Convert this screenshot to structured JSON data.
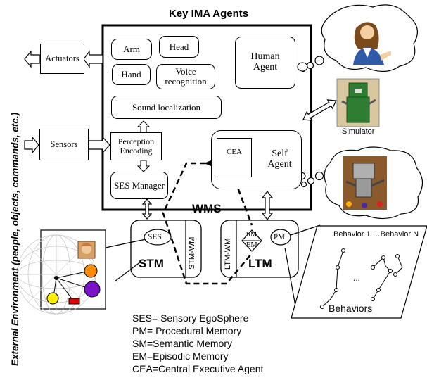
{
  "title": "Key IMA Agents",
  "side_label": "External Environment (people, objects, commands, etc.)",
  "agents": {
    "arm": "Arm",
    "head": "Head",
    "hand": "Hand",
    "voice": "Voice recognition",
    "sound": "Sound localization",
    "human": "Human Agent",
    "perception": "Perception Encoding",
    "ses_manager": "SES Manager",
    "cea": "CEA",
    "self": "Self Agent"
  },
  "io": {
    "actuators": "Actuators",
    "sensors": "Sensors"
  },
  "wms": "WMS",
  "stm": {
    "ses": "SES",
    "label": "STM",
    "wm": "STM-WM"
  },
  "ltm": {
    "wm": "LTM-WM",
    "label": "LTM",
    "sm": "SM",
    "em": "EM",
    "pm": "PM"
  },
  "simulator": "Simulator",
  "behaviors": {
    "header": "Behavior 1 …Behavior N",
    "ellipsis": "...",
    "label": "Behaviors"
  },
  "legend": [
    "SES= Sensory EgoSphere",
    "PM= Procedural Memory",
    "SM=Semantic Memory",
    "EM=Episodic Memory",
    "CEA=Central Executive Agent"
  ],
  "colors": {
    "line": "#000000",
    "sim_green": "#2e7d32",
    "robot_bg": "#8a5a2c",
    "person_blue": "#2f5aa8"
  }
}
